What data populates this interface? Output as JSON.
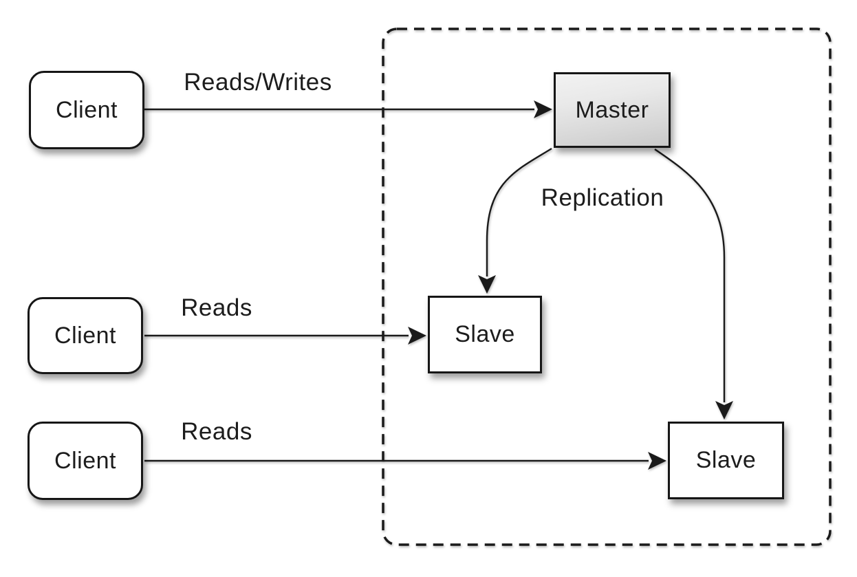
{
  "diagram": {
    "type": "architecture-diagram",
    "topic": "database master-slave replication",
    "boundary": {
      "name": "replication-cluster-boundary",
      "style": "dashed-rounded-rectangle"
    },
    "nodes": [
      {
        "id": "client-1",
        "label": "Client",
        "shape": "rounded-rect",
        "fill": "#ffffff"
      },
      {
        "id": "client-2",
        "label": "Client",
        "shape": "rounded-rect",
        "fill": "#ffffff"
      },
      {
        "id": "client-3",
        "label": "Client",
        "shape": "rounded-rect",
        "fill": "#ffffff"
      },
      {
        "id": "master",
        "label": "Master",
        "shape": "rect",
        "fill": "gray-gradient"
      },
      {
        "id": "slave-1",
        "label": "Slave",
        "shape": "rect",
        "fill": "#ffffff"
      },
      {
        "id": "slave-2",
        "label": "Slave",
        "shape": "rect",
        "fill": "#ffffff"
      }
    ],
    "edges": [
      {
        "from": "client-1",
        "to": "master",
        "label": "Reads/Writes",
        "style": "straight-arrow"
      },
      {
        "from": "client-2",
        "to": "slave-1",
        "label": "Reads",
        "style": "straight-arrow"
      },
      {
        "from": "client-3",
        "to": "slave-2",
        "label": "Reads",
        "style": "straight-arrow"
      },
      {
        "from": "master",
        "to": "slave-1",
        "label": "Replication",
        "style": "curved-arrow"
      },
      {
        "from": "master",
        "to": "slave-2",
        "label": "",
        "style": "curved-arrow"
      }
    ],
    "colors": {
      "background": "#ffffff",
      "line": "#1a1a1a",
      "text": "#1c1c1c",
      "node_border": "#161616",
      "node_fill": "#ffffff",
      "master_fill_top": "#f2f2f2",
      "master_fill_bottom": "#c9c9c9"
    }
  }
}
